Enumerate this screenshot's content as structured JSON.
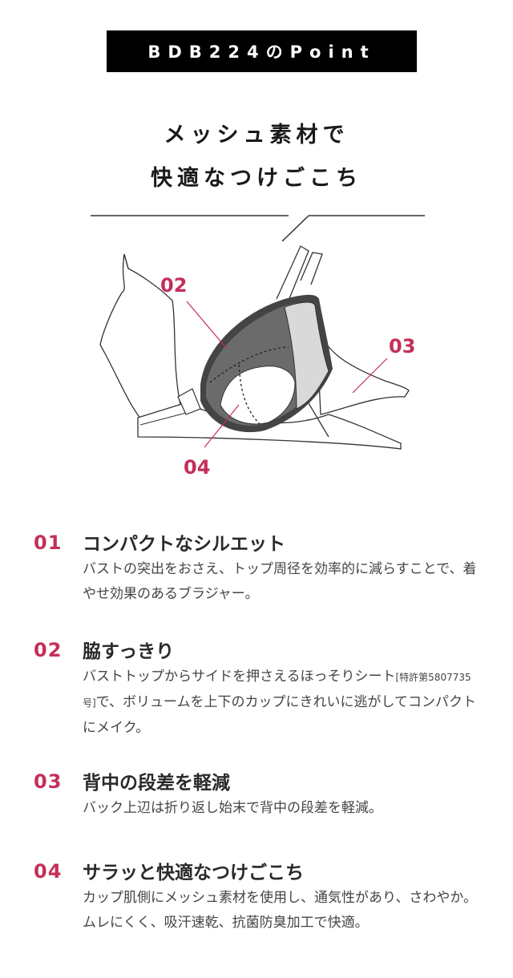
{
  "banner": "BDB224のPoint",
  "headline": {
    "line1": "メッシュ素材で",
    "line2": "快適なつけごこち"
  },
  "diagram": {
    "labels": [
      "02",
      "03",
      "04"
    ],
    "colors": {
      "accent": "#c42f59",
      "dark": "#6b6b6b",
      "light": "#d9d9d9",
      "line": "#333333"
    }
  },
  "points": [
    {
      "num": "01",
      "title": "コンパクトなシルエット",
      "desc": "バストの突出をおさえ、トップ周径を効率的に減らすことで、着やせ効果のあるブラジャー。"
    },
    {
      "num": "02",
      "title": "脇すっきり",
      "desc_a": "バストトップからサイドを押さえるほっそりシート",
      "desc_small": "[特許第5807735号]",
      "desc_b": "で、ボリュームを上下のカップにきれいに逃がしてコンパクトにメイク。"
    },
    {
      "num": "03",
      "title": "背中の段差を軽減",
      "desc": "バック上辺は折り返し始末で背中の段差を軽減。"
    },
    {
      "num": "04",
      "title": "サラッと快適なつけごこち",
      "desc": "カップ肌側にメッシュ素材を使用し、通気性があり、さわやか。ムレにくく、吸汗速乾、抗菌防臭加工で快適。"
    }
  ]
}
